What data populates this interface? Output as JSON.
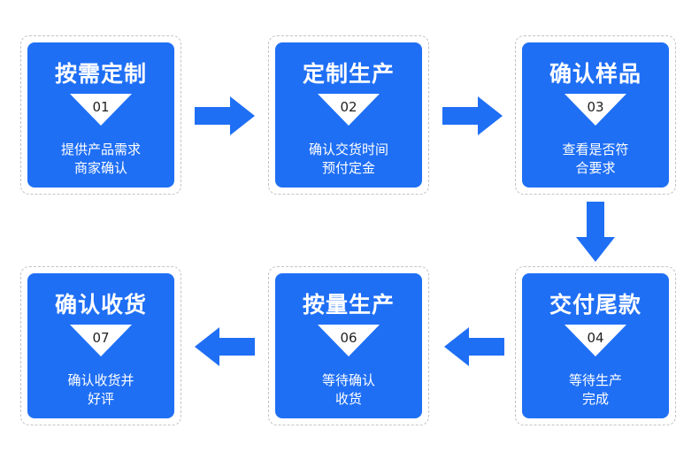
{
  "colors": {
    "card": "#1f6ff5",
    "arrow": "#1f6ff5",
    "badge": "#ffffff",
    "frame_border": "#c4c4c4"
  },
  "steps": [
    {
      "title": "按需定制",
      "number": "01",
      "desc": [
        "提供产品需求",
        "商家确认"
      ]
    },
    {
      "title": "定制生产",
      "number": "02",
      "desc": [
        "确认交货时间",
        "预付定金"
      ]
    },
    {
      "title": "确认样品",
      "number": "03",
      "desc": [
        "查看是否符",
        "合要求"
      ]
    },
    {
      "title": "交付尾款",
      "number": "04",
      "desc": [
        "等待生产",
        "完成"
      ]
    },
    {
      "title": "按量生产",
      "number": "06",
      "desc": [
        "等待确认",
        "收货"
      ]
    },
    {
      "title": "确认收货",
      "number": "07",
      "desc": [
        "确认收货并",
        "好评"
      ]
    }
  ],
  "arrows": [
    "right-arrow",
    "right-arrow",
    "down-arrow",
    "left-arrow",
    "left-arrow"
  ]
}
